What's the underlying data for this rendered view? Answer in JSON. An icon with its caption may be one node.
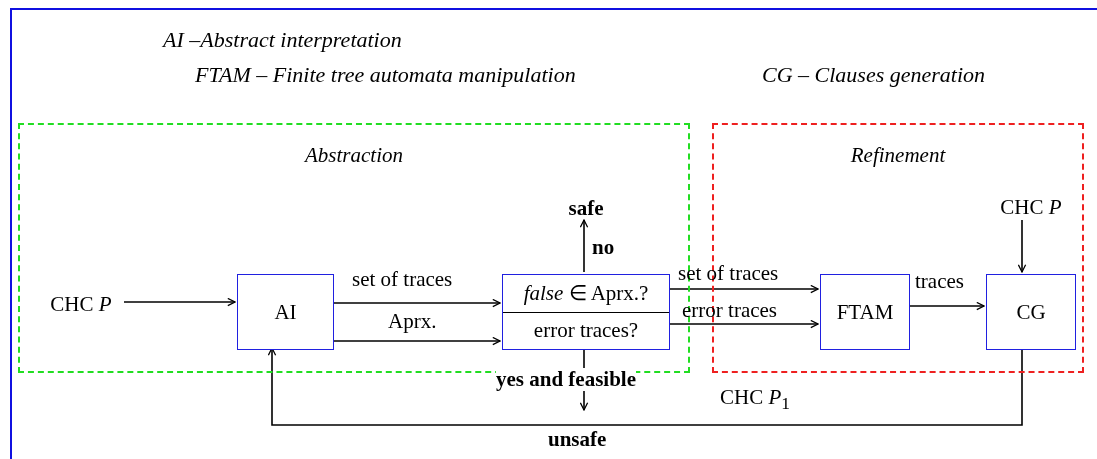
{
  "diagram": {
    "nodes": [
      {
        "text": [
          "Abstraction"
        ]
      },
      {
        "text": [
          "Refinement"
        ]
      },
      {
        "text": [
          "CHC *P*"
        ],
        "in": 0
      },
      {
        "text": [
          "AI"
        ],
        "in": 0
      },
      {
        "text": [
          "*false* ∈ Aprx.?",
          "error traces?"
        ],
        "in": 0
      },
      {
        "text": [
          "safe"
        ],
        "in": 0
      },
      {
        "text": [
          "FTAM"
        ],
        "in": 1
      },
      {
        "text": [
          "CG"
        ],
        "in": 1
      },
      {
        "text": [
          "CHC *P*"
        ],
        "in": 1
      }
    ],
    "edges": [
      {
        "from": 2,
        "to": 3,
        "arrow": "to"
      },
      {
        "from": 3,
        "to": 4,
        "arrow": "to",
        "label": "set of traces"
      },
      {
        "from": 3,
        "to": 4,
        "arrow": "to",
        "label": "Aprx."
      },
      {
        "from": 4,
        "to": 5,
        "arrow": "to",
        "label": "no"
      },
      {
        "from": 4,
        "to": null,
        "arrow": "to",
        "label": "yes and feasible"
      },
      {
        "from": 4,
        "to": 6,
        "arrow": "to",
        "label": "set of traces"
      },
      {
        "from": 4,
        "to": 6,
        "arrow": "to",
        "label": "error traces"
      },
      {
        "from": 6,
        "to": 7,
        "arrow": "to",
        "label": "traces"
      },
      {
        "from": 8,
        "to": 7,
        "arrow": "to"
      },
      {
        "from": 7,
        "to": 3,
        "arrow": "to",
        "label": "CHC *P*$_{1}$"
      }
    ],
    "labels": [
      "AI –Abstract interpretation",
      "FTAM – Finite tree automata manipulation",
      "CG – Clauses generation",
      "unsafe"
    ]
  }
}
